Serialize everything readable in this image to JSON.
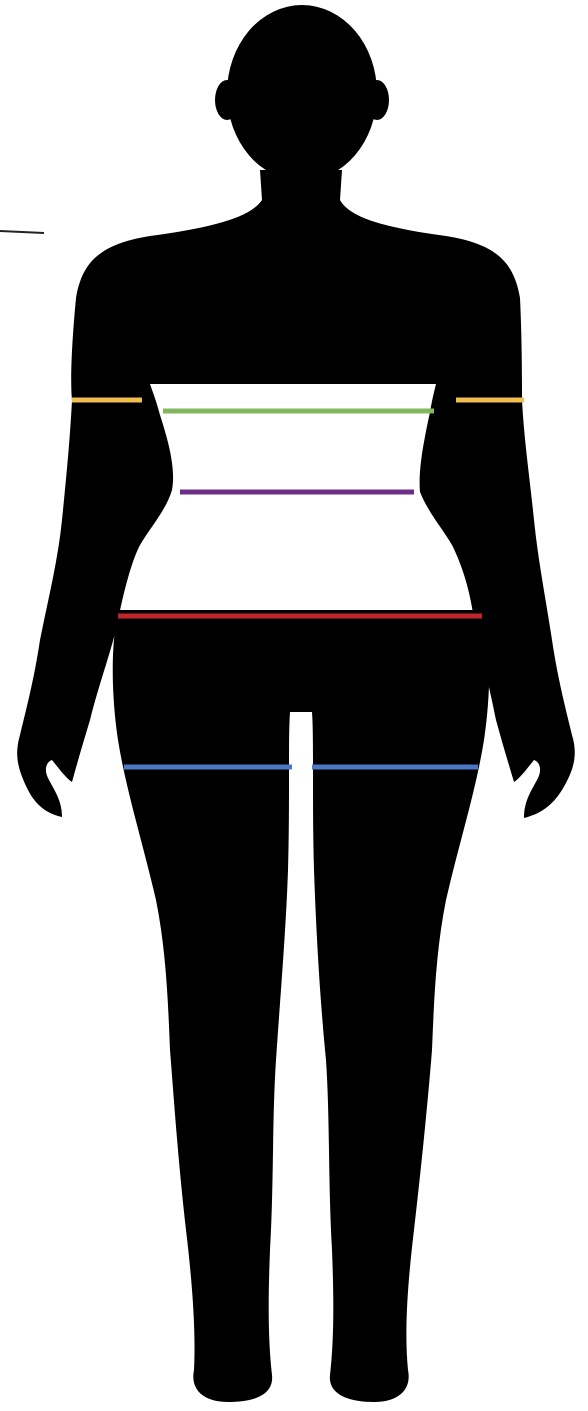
{
  "colors": {
    "background": "#ffffff",
    "silhouette": "#000000",
    "corner_tick": "#222222",
    "upper_arm": "#f2bf4e",
    "bust": "#82b75f",
    "waist": "#6d2f86",
    "hip": "#c0262d",
    "thigh": "#4a78c4"
  },
  "measurement_lines": [
    {
      "name": "upper-arm-line-left",
      "color_key": "upper_arm"
    },
    {
      "name": "upper-arm-line-right",
      "color_key": "upper_arm"
    },
    {
      "name": "bust-line",
      "color_key": "bust"
    },
    {
      "name": "waist-line",
      "color_key": "waist"
    },
    {
      "name": "hip-line",
      "color_key": "hip"
    },
    {
      "name": "thigh-line-left",
      "color_key": "thigh"
    },
    {
      "name": "thigh-line-right",
      "color_key": "thigh"
    }
  ]
}
